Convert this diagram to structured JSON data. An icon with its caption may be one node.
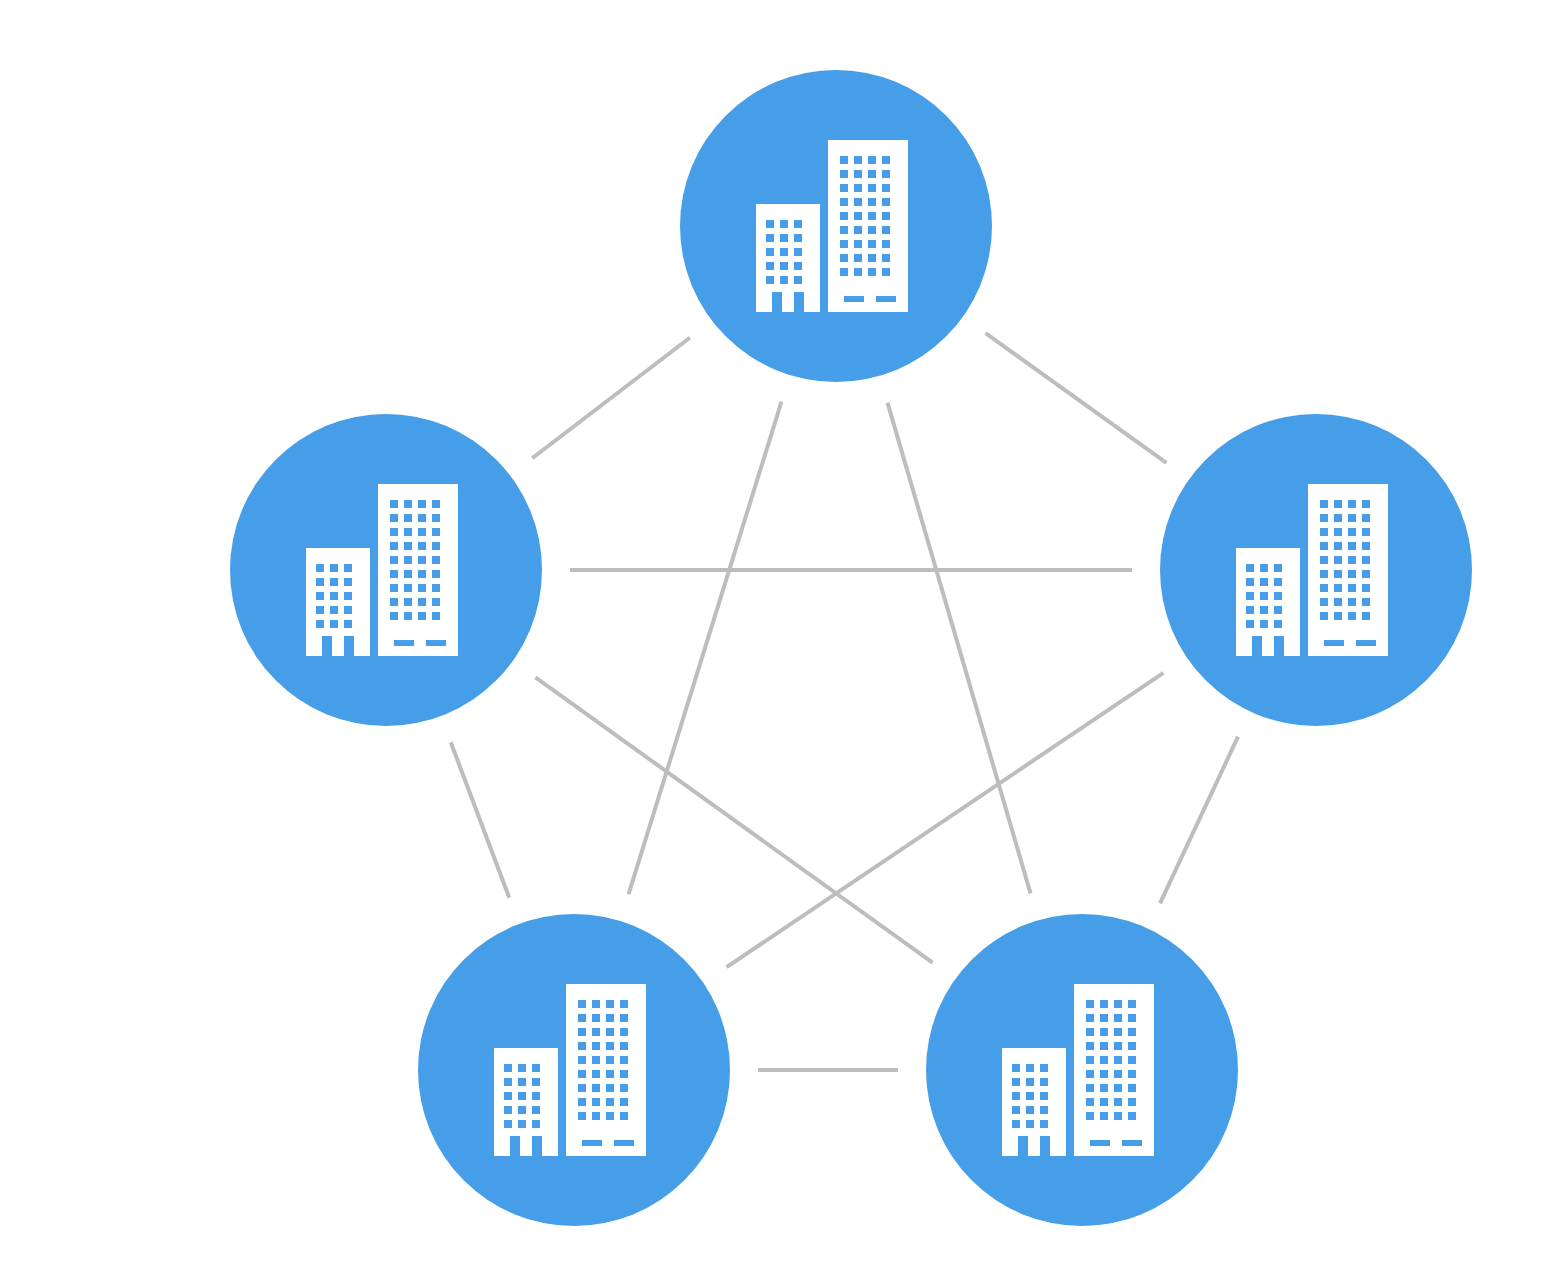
{
  "diagram": {
    "nodes": [
      {
        "text": [],
        "shape": "circle"
      },
      {
        "text": [],
        "shape": "circle"
      },
      {
        "text": [],
        "shape": "circle"
      },
      {
        "text": [],
        "shape": "circle"
      },
      {
        "text": [],
        "shape": "circle"
      }
    ],
    "edges": [
      {
        "from": 0,
        "to": 1,
        "arrow": "none"
      },
      {
        "from": 0,
        "to": 2,
        "arrow": "none"
      },
      {
        "from": 1,
        "to": 2,
        "arrow": "none"
      },
      {
        "from": 0,
        "to": 3,
        "arrow": "none"
      },
      {
        "from": 0,
        "to": 4,
        "arrow": "none"
      },
      {
        "from": 1,
        "to": 3,
        "arrow": "none"
      },
      {
        "from": 1,
        "to": 4,
        "arrow": "none"
      },
      {
        "from": 2,
        "to": 3,
        "arrow": "none"
      },
      {
        "from": 2,
        "to": 4,
        "arrow": "none"
      },
      {
        "from": 3,
        "to": 4,
        "arrow": "none"
      }
    ]
  }
}
